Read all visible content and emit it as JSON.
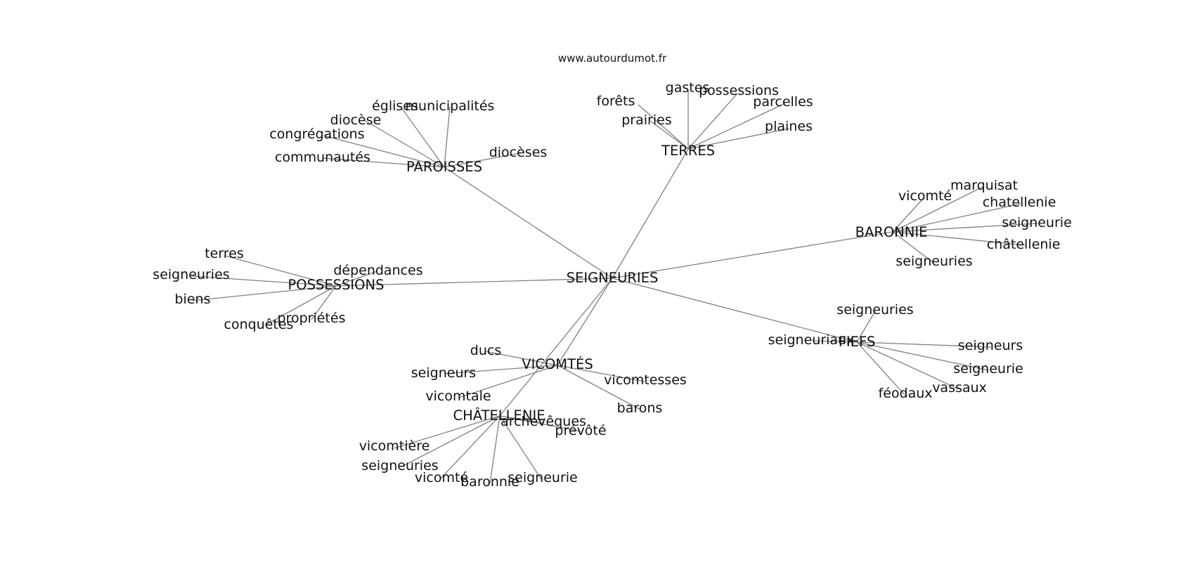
{
  "source": "www.autourdumot.fr",
  "center": "SEIGNEURIES",
  "hubs": {
    "paroisses": {
      "label": "PAROISSES",
      "words": [
        "églises",
        "municipalités",
        "diocèse",
        "congrégations",
        "communautés",
        "diocèses"
      ]
    },
    "terres": {
      "label": "TERRES",
      "words": [
        "gastes",
        "possessions",
        "forêts",
        "parcelles",
        "prairies",
        "plaines"
      ]
    },
    "baronnie": {
      "label": "BARONNIE",
      "words": [
        "vicomté",
        "marquisat",
        "chatellenie",
        "seigneurie",
        "châtellenie",
        "seigneuries"
      ]
    },
    "possessions": {
      "label": "POSSESSIONS",
      "words": [
        "terres",
        "seigneuries",
        "dépendances",
        "biens",
        "propriétés",
        "conquêtes"
      ]
    },
    "fiefs": {
      "label": "FIEFS",
      "words": [
        "seigneuries",
        "seigneuriaux",
        "seigneurs",
        "seigneurie",
        "vassaux",
        "féodaux"
      ]
    },
    "vicomtes": {
      "label": "VICOMTÉS",
      "words": [
        "ducs",
        "seigneurs",
        "vicomtale",
        "vicomtesses",
        "barons"
      ]
    },
    "chatellenie": {
      "label": "CHÂTELLENIE",
      "words": [
        "archevêques",
        "prévôté",
        "vicomtière",
        "seigneuries",
        "vicomté",
        "baronnie",
        "seigneurie"
      ]
    }
  }
}
